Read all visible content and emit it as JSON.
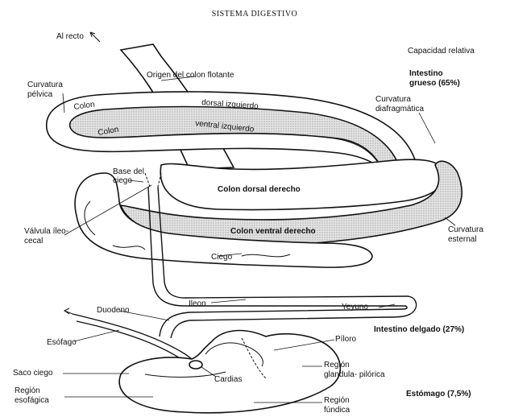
{
  "title": "SISTEMA DIGESTIVO",
  "labels": {
    "al_recto": "Al recto",
    "origen_colon": "Origen del colon flotante",
    "capacidad": "Capacidad relativa",
    "curvatura_pelvica": "Curvatura\npélvica",
    "colon1": "Colon",
    "colon2": "Colon",
    "dorsal_izq": "dorsal izquierdo",
    "ventral_izq": "ventral izquierdo",
    "intestino_grueso": "Intestino\ngrueso (65%)",
    "curvatura_diafragmatica": "Curvatura\ndiafragmática",
    "base_ciego": "Base del\nciego",
    "colon_dorsal_derecho": "Colon dorsal derecho",
    "valvula": "Válvula íleo-\ncecal",
    "colon_ventral_derecho": "Colon ventral derecho",
    "curvatura_esternal": "Curvatura\nesternal",
    "ciego": "Ciego",
    "ileon": "Ileon",
    "yeyuno": "Yeyuno",
    "duodeno": "Duodeno",
    "intestino_delgado": "Intestino delgado (27%)",
    "esofago": "Esófago",
    "piloro": "Píloro",
    "saco_ciego": "Saco ciego",
    "region_glandular": "Región\nglandula- pilórica",
    "cardias": "Cardias",
    "region_esofagica": "Región\nesofágica",
    "estomago": "Estómago (7,5%)",
    "region_fundica": "Región\nfúndica"
  },
  "colors": {
    "ink": "#111111",
    "shade": "#cfcfcf"
  }
}
